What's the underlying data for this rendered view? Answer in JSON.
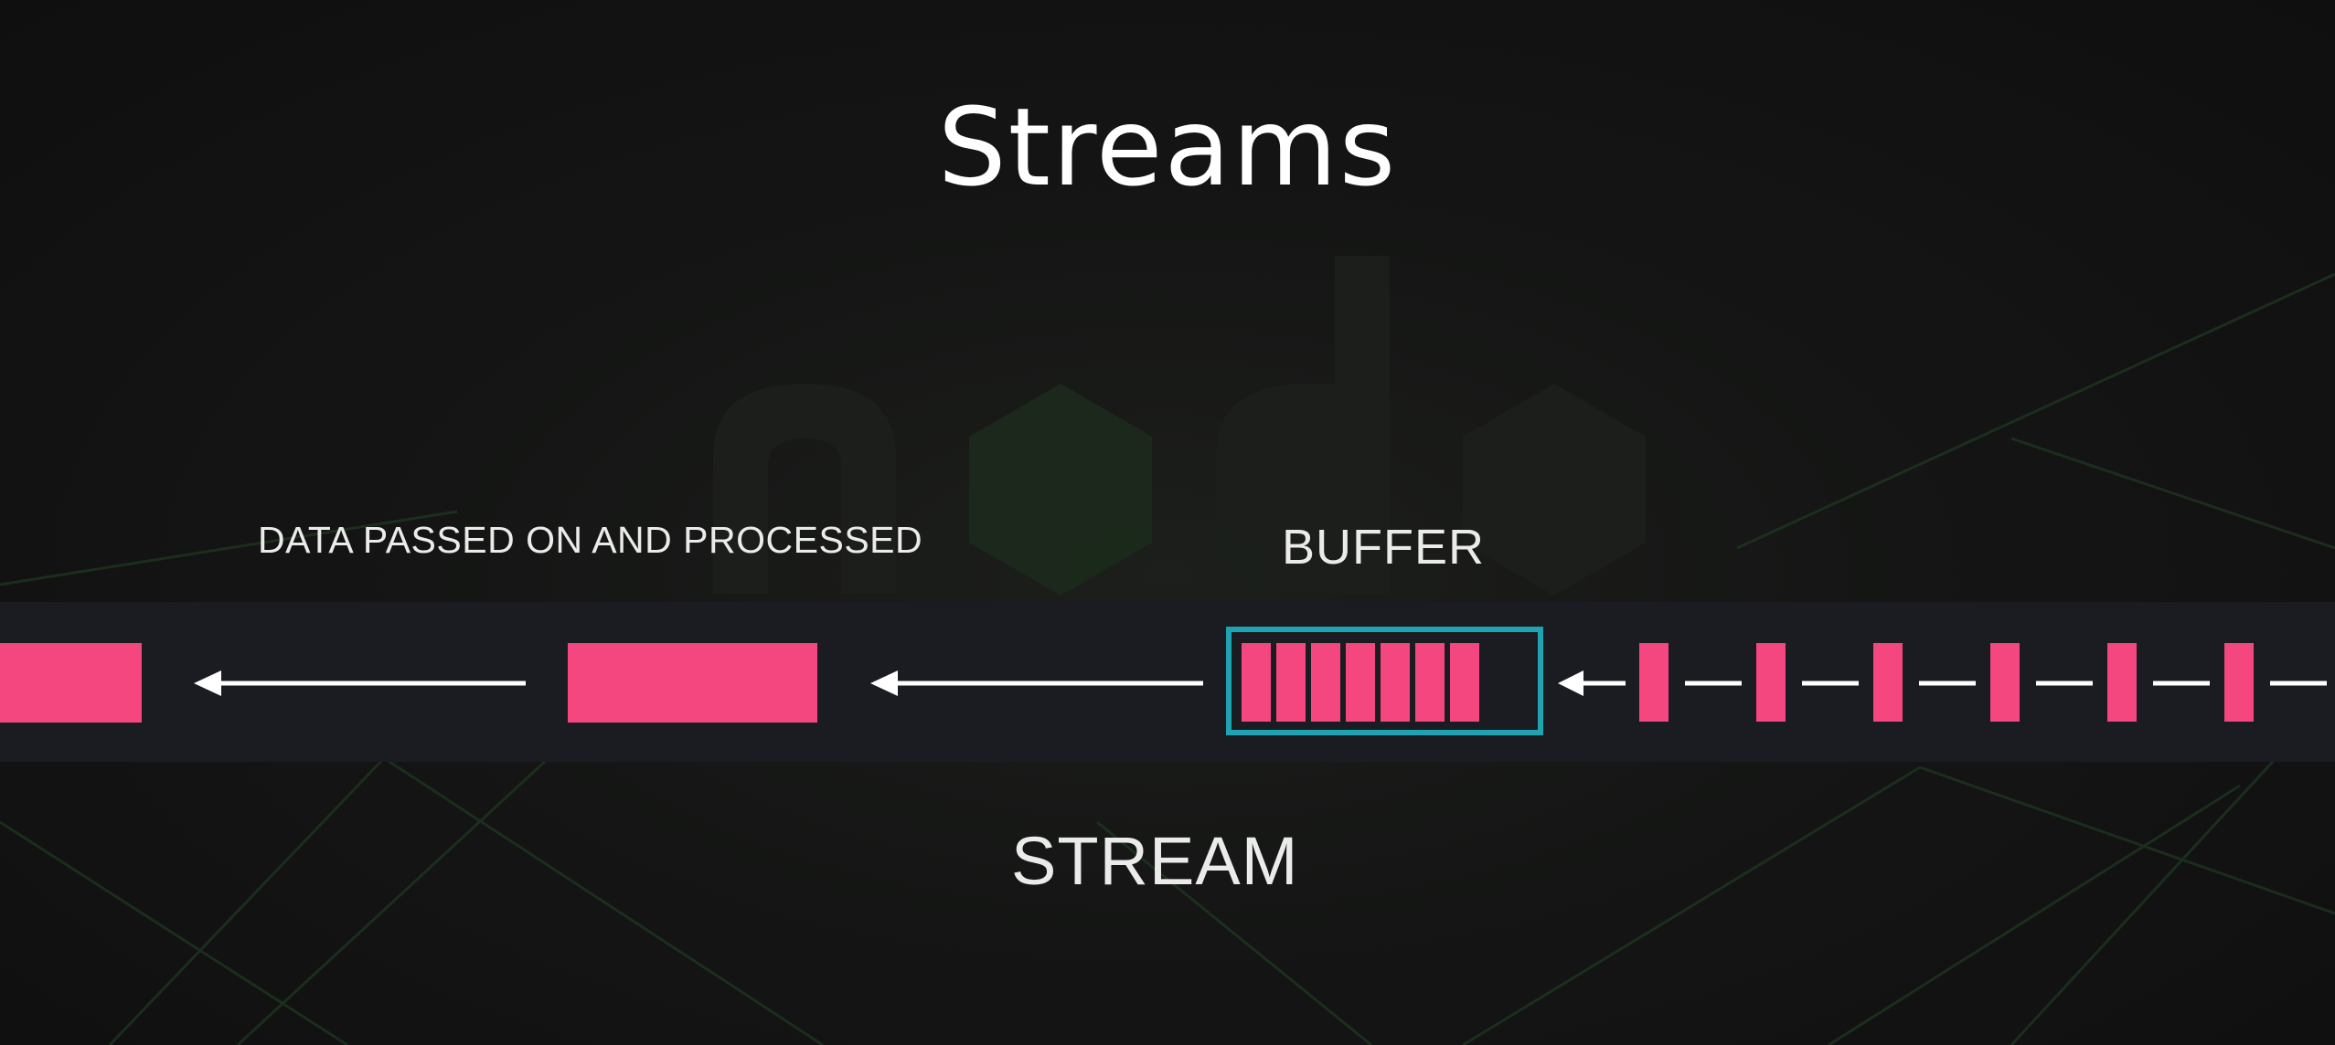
{
  "slide": {
    "title": "Streams",
    "processed_label": "DATA PASSED ON AND PROCESSED",
    "buffer_label": "BUFFER",
    "stream_label": "STREAM"
  },
  "diagram": {
    "buffer_fill_segments": 7,
    "incoming_chunks": 6
  },
  "colors": {
    "background": "#121212",
    "band": "#1b1c21",
    "chunk": "#f4467f",
    "buffer_border": "#1fa3b3",
    "arrow": "#ffffff",
    "text": "#ffffff"
  },
  "icons": [
    "nodejs-logo-watermark",
    "arrow-left-icon"
  ]
}
